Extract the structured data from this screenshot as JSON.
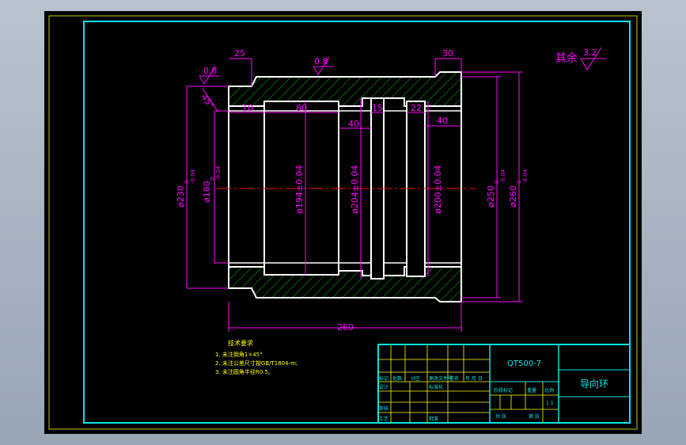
{
  "colors": {
    "frame": "#00e5e5",
    "outline": "#ffffff",
    "dimension": "#ff00ff",
    "hatch": "#00c000",
    "notes": "#ffff00",
    "title_block_text": "#00e5e5",
    "centerline": "#ff0000"
  },
  "roughness": {
    "general_prefix": "其余",
    "general_value": "3.2",
    "outer_surface": "0.8",
    "left_face": "0.8"
  },
  "dimensions": {
    "left_step_width": "25",
    "right_step_width": "30",
    "chamfer_angle": "45°",
    "groove_offset": "10",
    "groove_width": "80",
    "groove_gap": "40",
    "slot1_width": "15",
    "slot2_width": "22",
    "right_land": "40",
    "total_length": "260",
    "dia_230": "ø230",
    "dia_230_tol": "0\n-0.04",
    "dia_180": "ø180",
    "dia_180_tol": "0\n-0.04",
    "dia_194": "ø194±0.04",
    "dia_204": "ø204±0.04",
    "dia_200": "ø200±0.04",
    "dia_250": "ø250",
    "dia_250_tol": "0\n-0.04",
    "dia_260": "ø260",
    "dia_260_tol": "0\n-0.04"
  },
  "notes": {
    "title": "技术要求",
    "line1": "1. 未注倒角1×45°",
    "line2": "2. 未注公差尺寸按GB/T1804-m;",
    "line3": "3. 未注圆角半径R0.5。"
  },
  "title_block": {
    "material": "QT500-7",
    "part_name": "导向环",
    "mark": "标记",
    "count": "处数",
    "zone": "分区",
    "change_doc": "更改文件号",
    "signature": "签名",
    "date": "年 月 日",
    "designer": "设计",
    "standardize": "标准化",
    "stage_mark": "阶段标记",
    "weight": "重量",
    "scale": "比例",
    "scale_value": "1:1",
    "reviewer": "审核",
    "process": "工艺",
    "approve": "批准",
    "sheets_total": "共 张",
    "sheet_no": "第 张"
  }
}
